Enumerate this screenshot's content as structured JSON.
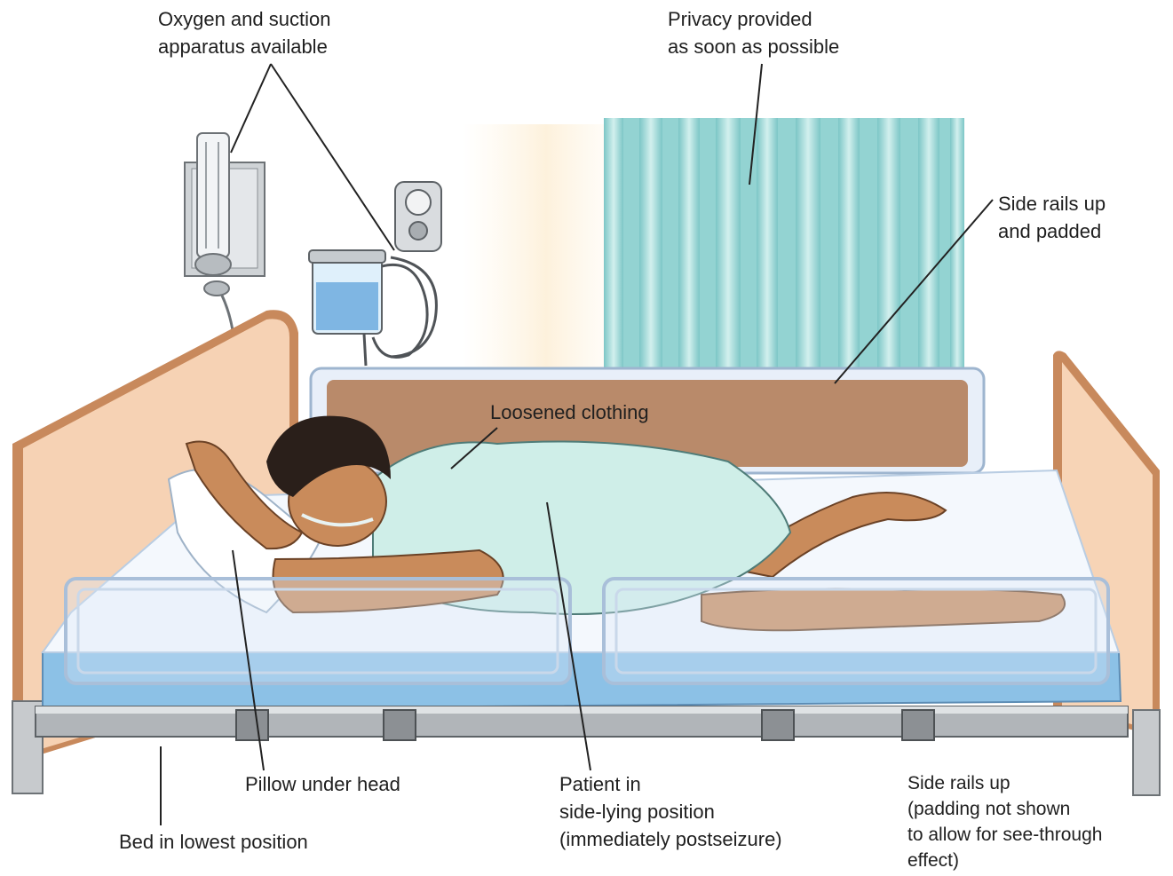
{
  "colors": {
    "headboard": "#f6cfb0",
    "headboard_edge": "#c98c5e",
    "curtain": "#8ccfcf",
    "curtain_light": "#c9ecea",
    "pad": "#b78a6c",
    "rail_frame": "#dfe9f7",
    "mattress": "#8cc1e6",
    "sheet": "#f1f6fd",
    "skin": "#c98b5b",
    "gown": "#cfeee8",
    "hair": "#2a1f1a",
    "metal": "#9b9fa3"
  },
  "labels": {
    "oxygen": [
      "Oxygen and suction",
      "apparatus available"
    ],
    "privacy": [
      "Privacy provided",
      "as soon as possible"
    ],
    "rails_padded": [
      "Side rails up",
      "and padded"
    ],
    "clothing": [
      "Loosened clothing"
    ],
    "pillow": [
      "Pillow under head"
    ],
    "bed_lowest": [
      "Bed in lowest position"
    ],
    "patient": [
      "Patient in",
      "side-lying position",
      "(immediately postseizure)"
    ],
    "rails_seethrough": [
      "Side rails up",
      "(padding not shown",
      "to allow for see-through",
      "effect)"
    ]
  }
}
